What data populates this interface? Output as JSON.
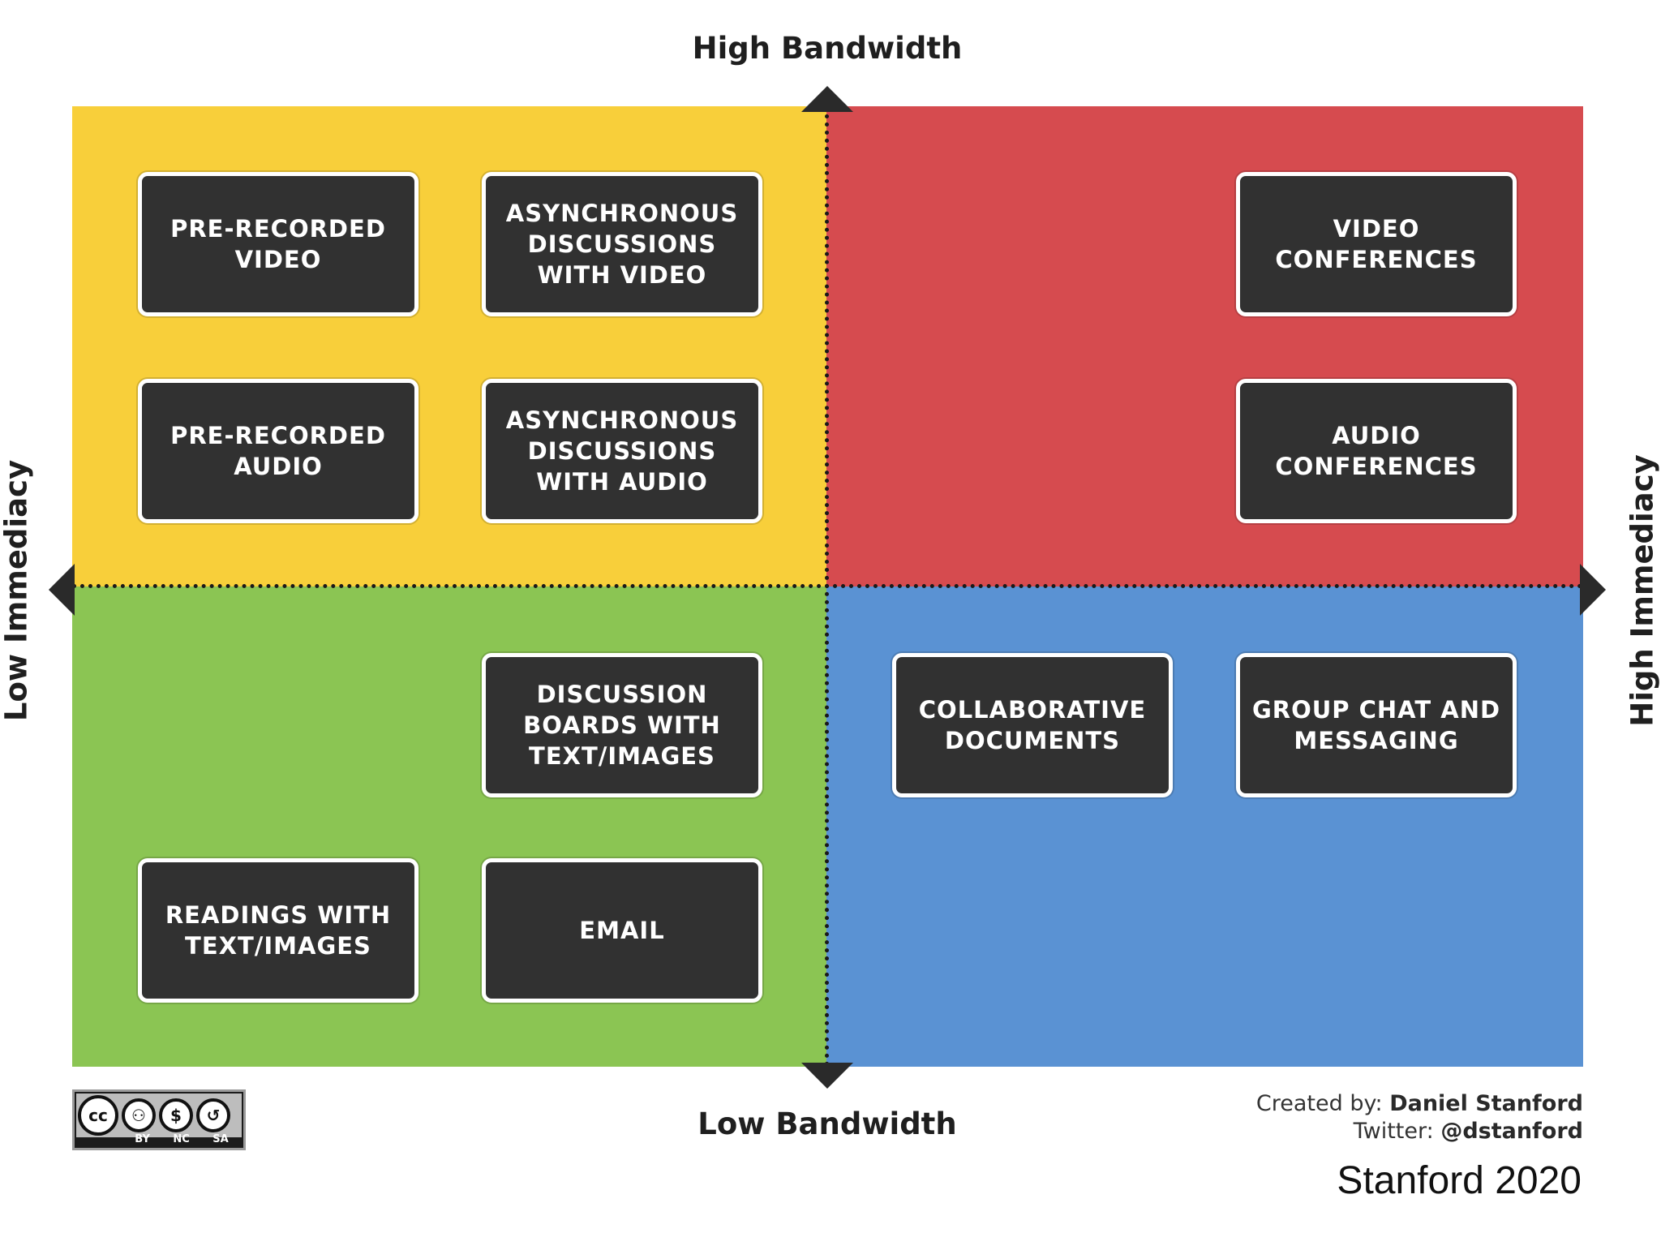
{
  "axes": {
    "top": "High Bandwidth",
    "bottom": "Low Bandwidth",
    "left": "Low Immediacy",
    "right": "High Immediacy"
  },
  "colors": {
    "top_left": "#f8cf3a",
    "top_right": "#d64b4f",
    "bottom_left": "#8bc553",
    "bottom_right": "#5a92d3",
    "box": "#313131"
  },
  "boxes": {
    "pre_recorded_video": "PRE-RECORDED VIDEO",
    "async_video": "ASYNCHRONOUS DISCUSSIONS WITH VIDEO",
    "pre_recorded_audio": "PRE-RECORDED AUDIO",
    "async_audio": "ASYNCHRONOUS DISCUSSIONS WITH AUDIO",
    "video_conferences": "VIDEO CONFERENCES",
    "audio_conferences": "AUDIO CONFERENCES",
    "discussion_boards": "DISCUSSION BOARDS WITH TEXT/IMAGES",
    "collaborative_documents": "COLLABORATIVE DOCUMENTS",
    "group_chat": "GROUP CHAT AND MESSAGING",
    "readings": "READINGS WITH TEXT/IMAGES",
    "email": "EMAIL"
  },
  "license": {
    "cc": "cc",
    "by": "BY",
    "nc": "NC",
    "sa": "SA"
  },
  "credit": {
    "created_label": "Created by:",
    "created_value": "Daniel Stanford",
    "twitter_label": "Twitter:",
    "twitter_value": "@dstanford"
  },
  "footer_note": "Stanford 2020"
}
